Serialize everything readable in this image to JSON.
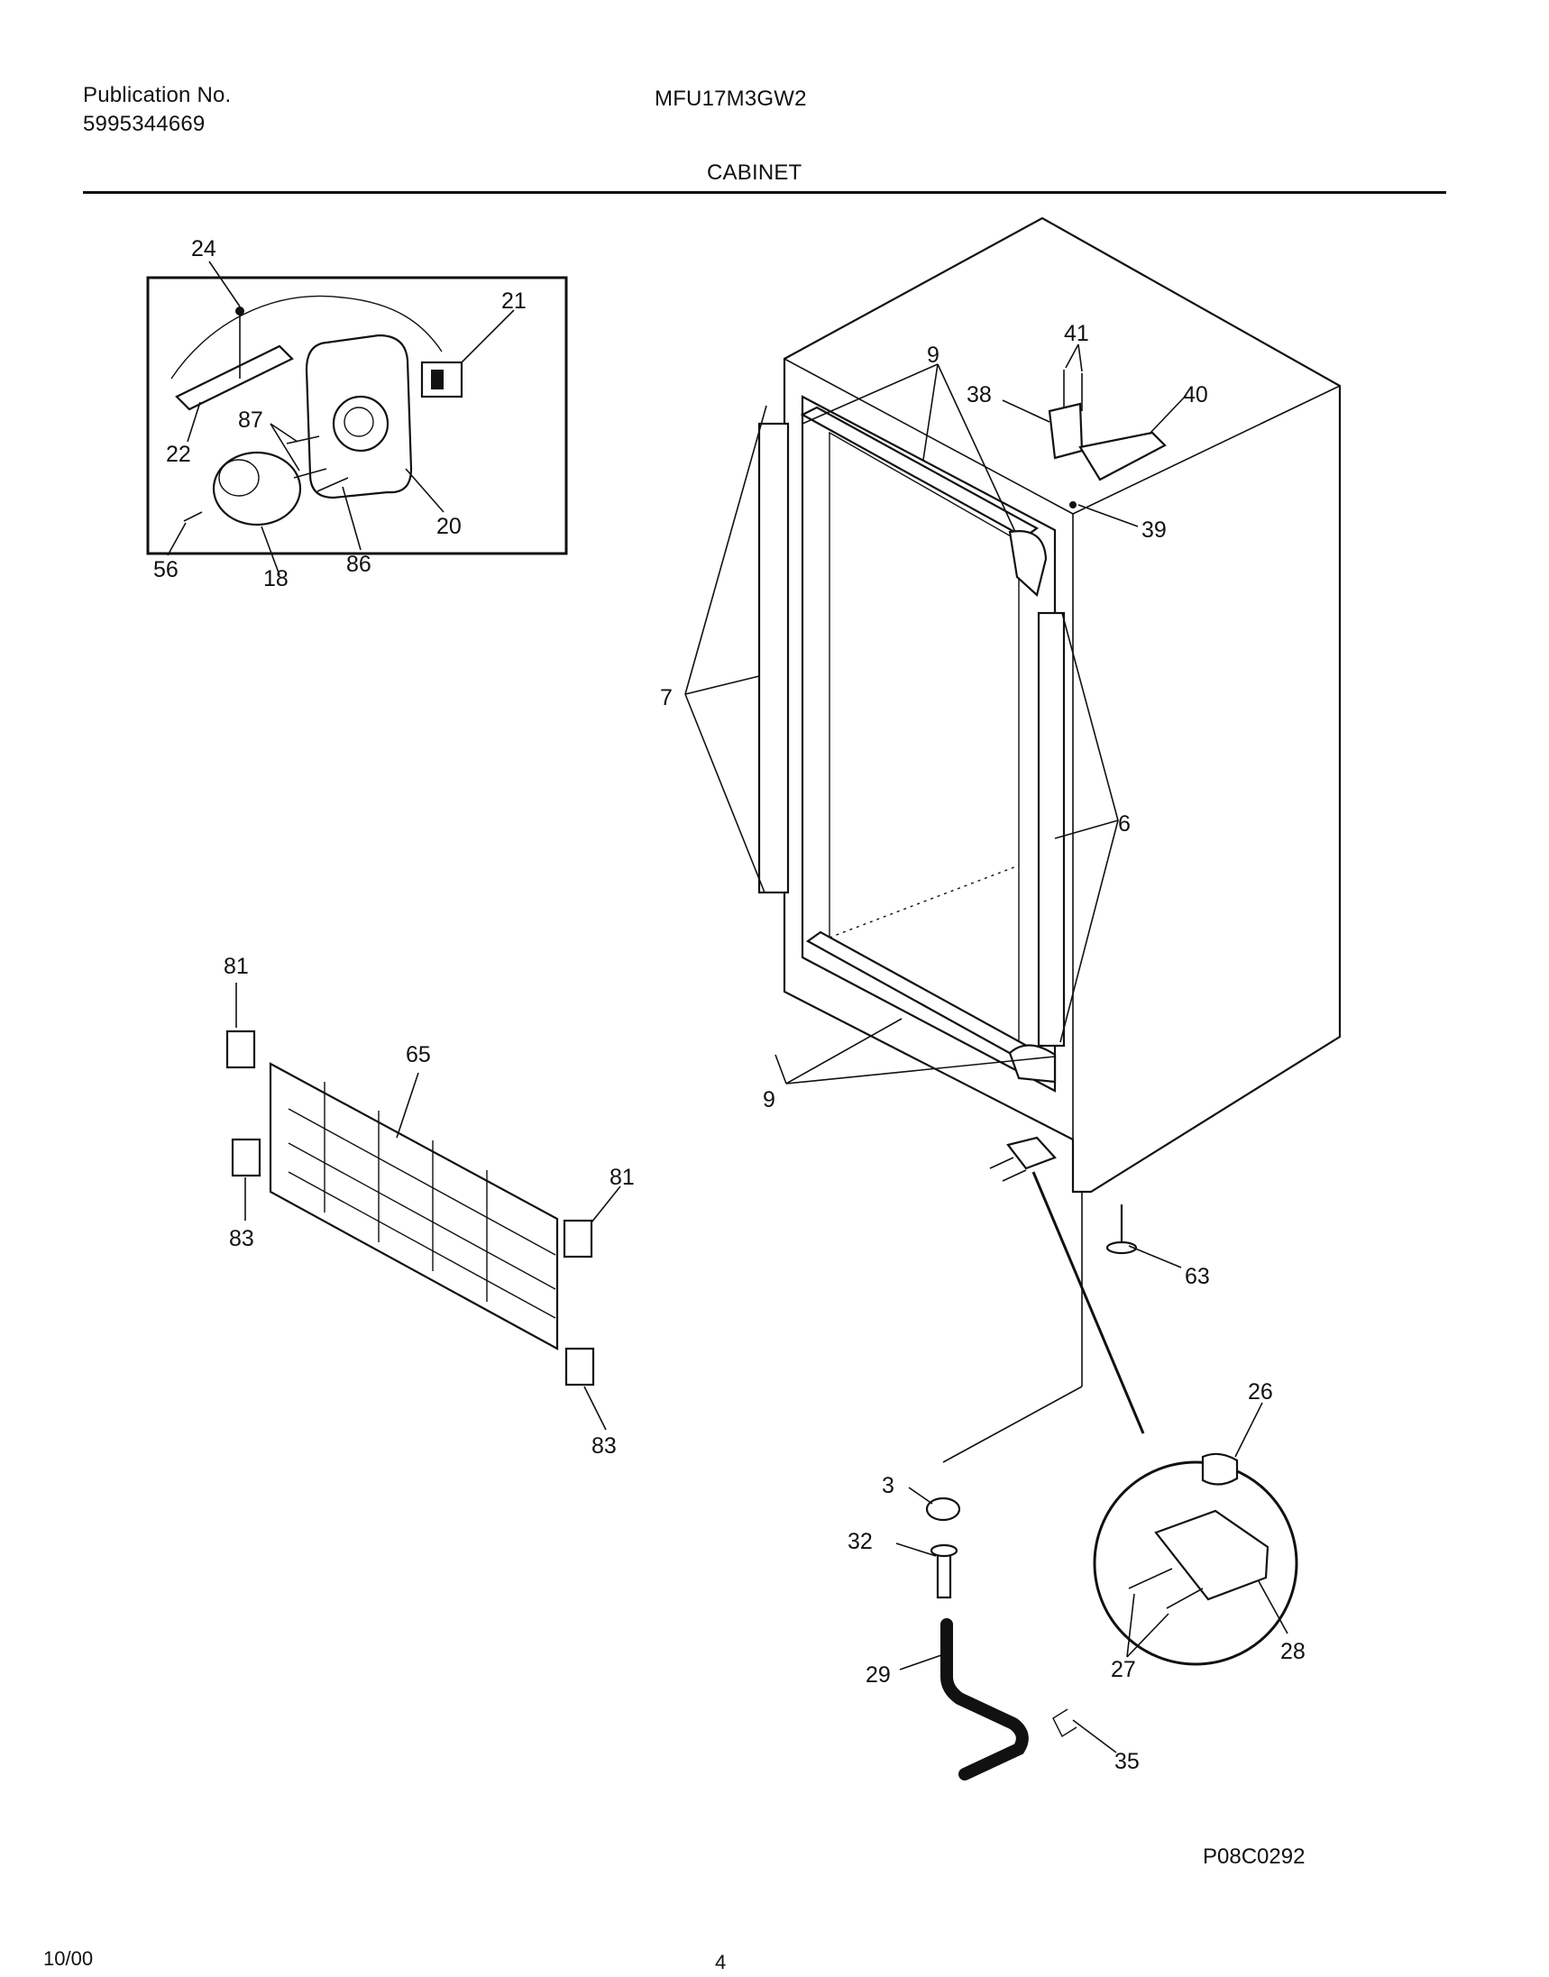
{
  "header": {
    "publication_label": "Publication No.",
    "publication_number": "5995344669",
    "model": "MFU17M3GW2",
    "section_title": "CABINET"
  },
  "diagram_code": "P08C0292",
  "footer": {
    "date": "10/00",
    "page": "4"
  },
  "callouts": {
    "c24": "24",
    "c21": "21",
    "c22": "22",
    "c87": "87",
    "c20": "20",
    "c56": "56",
    "c18": "18",
    "c86": "86",
    "c9a": "9",
    "c41": "41",
    "c38": "38",
    "c40": "40",
    "c39": "39",
    "c7": "7",
    "c6": "6",
    "c9b": "9",
    "c81a": "81",
    "c65": "65",
    "c81b": "81",
    "c83a": "83",
    "c83b": "83",
    "c63": "63",
    "c26": "26",
    "c3": "3",
    "c32": "32",
    "c29": "29",
    "c27": "27",
    "c28": "28",
    "c35": "35"
  }
}
